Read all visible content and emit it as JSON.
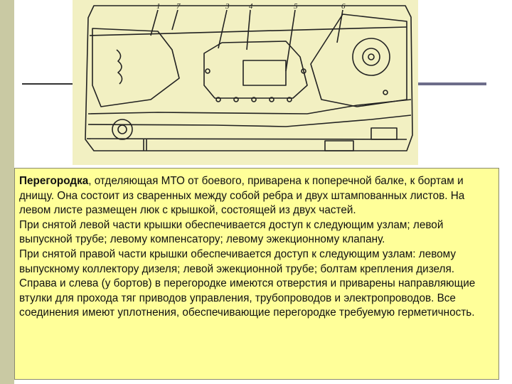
{
  "drawing": {
    "callouts": [
      "1",
      "7",
      "3",
      "4",
      "5",
      "6"
    ]
  },
  "text": {
    "p1_bold": "Перегородка",
    "p1_rest": ", отделяющая МТО от боевого, приварена к поперечной балке, к бортам и днищу. Она состоит из сваренных между собой ребра и двух штампованных листов. На левом листе размещен люк с крышкой, состоящей из двух частей.",
    "p2": "При снятой левой части крышки обеспечивается доступ к следующим узлам; левой выпускной трубе; левому компенсатору; левому эжекционному клапану.",
    "p3": "При снятой правой части крышки обеспечивается доступ к следующим узлам: левому выпускному коллектору дизеля; левой эжекционной трубе; болтам крепления дизеля.",
    "p4": "Справа и слева (у бортов) в перегородке имеются отверстия и приварены направляющие втулки для прохода тяг приводов управления, трубопроводов и электропроводов. Все соединения имеют уплотнения, обеспечивающие перегородке требуемую герметичность."
  }
}
